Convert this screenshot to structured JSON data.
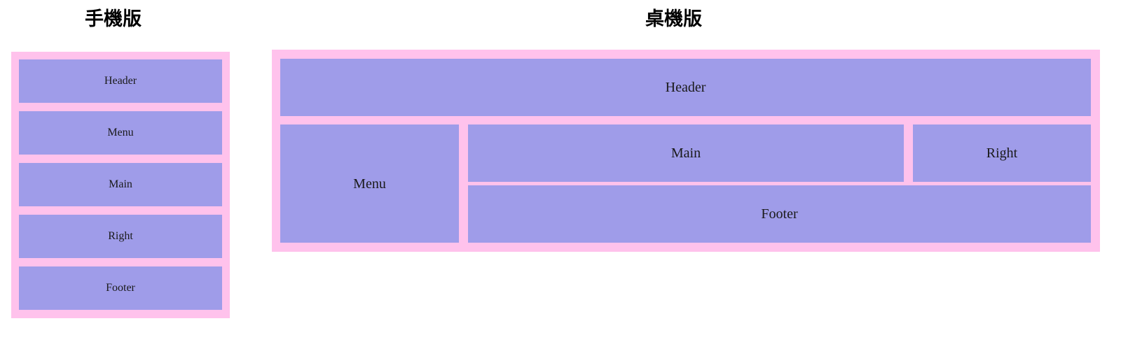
{
  "page": {
    "background_color": "#ffffff",
    "frame_color": "#ffc2ec",
    "block_color": "#9f9ce9",
    "text_color": "#1a1a1a"
  },
  "sections": {
    "mobile": {
      "title": "手機版",
      "blocks": [
        {
          "label": "Header"
        },
        {
          "label": "Menu"
        },
        {
          "label": "Main"
        },
        {
          "label": "Right"
        },
        {
          "label": "Footer"
        }
      ]
    },
    "desktop": {
      "title": "桌機版",
      "blocks": [
        {
          "label": "Header"
        },
        {
          "label": "Menu"
        },
        {
          "label": "Main"
        },
        {
          "label": "Right"
        },
        {
          "label": "Footer"
        }
      ]
    }
  }
}
